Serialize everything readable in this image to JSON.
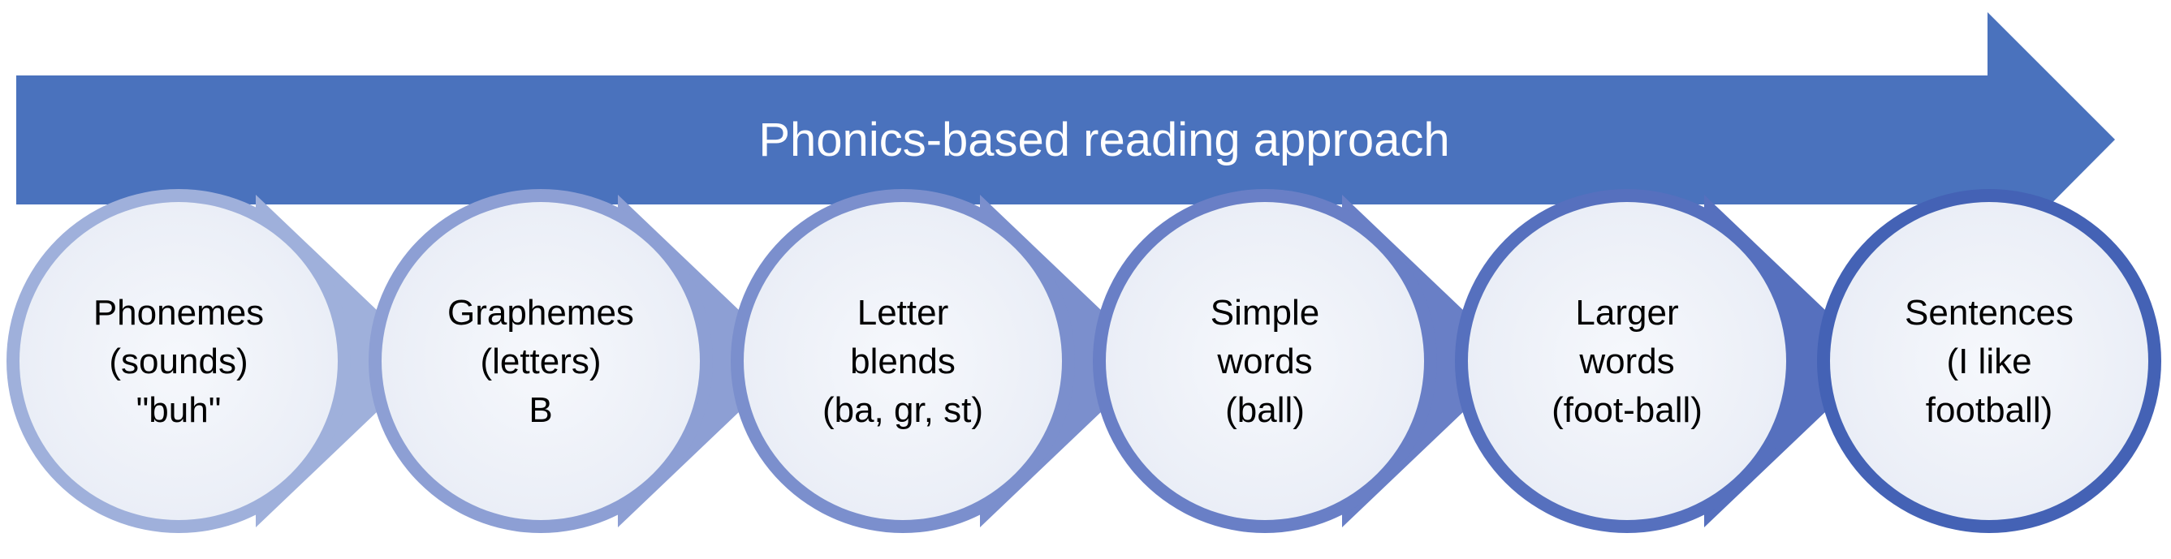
{
  "banner": {
    "title": "Phonics-based reading approach",
    "color": "#4a72bd"
  },
  "steps": [
    {
      "lines": [
        "Phonemes",
        "(sounds)",
        "\"buh\""
      ],
      "color": "#9fb0db"
    },
    {
      "lines": [
        "Graphemes",
        "(letters)",
        "B"
      ],
      "color": "#8d9fd4"
    },
    {
      "lines": [
        "Letter",
        "blends",
        "(ba, gr, st)"
      ],
      "color": "#7b8fcd"
    },
    {
      "lines": [
        "Simple",
        "words",
        "(ball)"
      ],
      "color": "#697fc6"
    },
    {
      "lines": [
        "Larger",
        "words",
        "(foot-ball)"
      ],
      "color": "#5670be"
    },
    {
      "lines": [
        "Sentences",
        "(I like",
        "football)"
      ],
      "color": "#4462b5"
    }
  ],
  "colors": {
    "circle_fill": "#eef1f8",
    "text": "#000000"
  }
}
